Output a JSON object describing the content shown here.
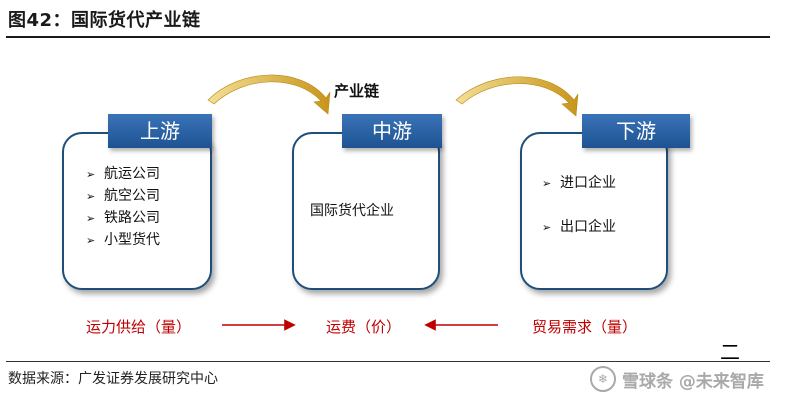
{
  "figure_title": "图42：国际货代产业链",
  "chain_label": "产业链",
  "upstream": {
    "title": "上游",
    "items": [
      "航运公司",
      "航空公司",
      "铁路公司",
      "小型货代"
    ]
  },
  "midstream": {
    "title": "中游",
    "text": "国际货代企业"
  },
  "downstream": {
    "title": "下游",
    "items": [
      "进口企业",
      "出口企业"
    ]
  },
  "bottom_flow": {
    "left": "运力供给（量）",
    "center": "运费（价）",
    "right": "贸易需求（量）"
  },
  "colors": {
    "box_border": "#1f4e79",
    "header_fill": "#2e66a8",
    "curve_arrow": "#d8a820",
    "flow_red": "#c00000"
  },
  "source": "数据来源：广发证券发展研究中心",
  "corner_mark": "二",
  "watermark": "雪球条 @未来智库"
}
